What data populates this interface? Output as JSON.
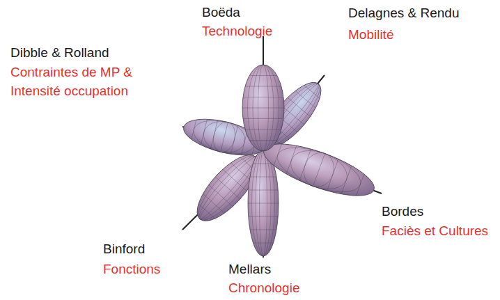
{
  "diagram": {
    "labels": [
      "Boëda",
      "Technologie",
      "Delagnes & Rendu",
      "Mobilité",
      "Dibble & Rolland",
      "Contraintes de MP & Intensité occupation",
      "Bordes",
      "Faciès et Cultures",
      "Binford",
      "Fonctions",
      "Mellars",
      "Chronologie"
    ]
  }
}
